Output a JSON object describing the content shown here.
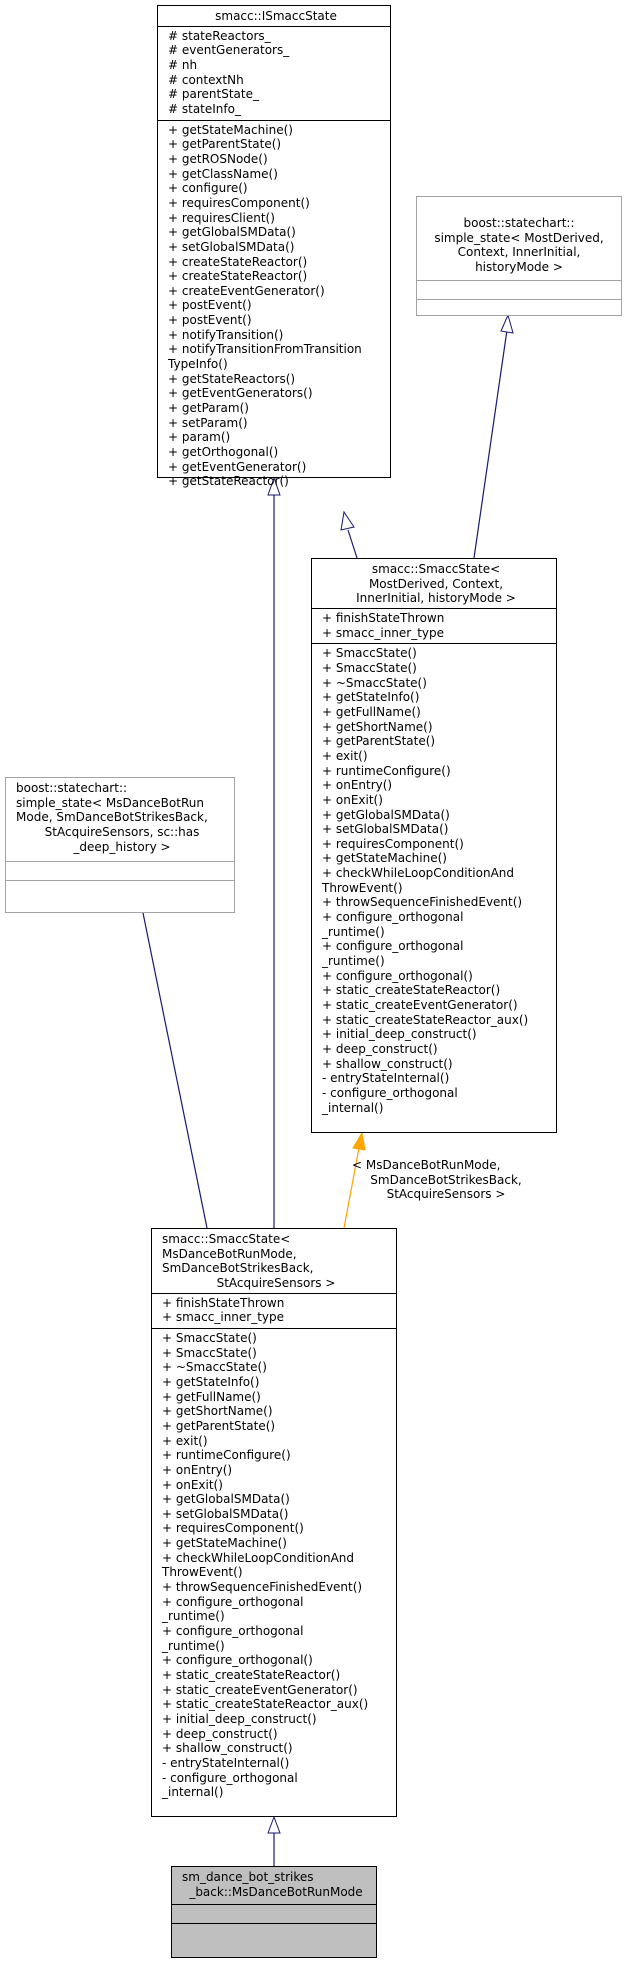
{
  "colors": {
    "inheritance_edge": "#191970",
    "template_edge": "#ffa500",
    "selected_fill": "#bfbfbf",
    "external_border": "#a3a3a3"
  },
  "nodes": {
    "ismaccstate": {
      "title": [
        "smacc::ISmaccState"
      ],
      "attributes": [
        "# stateReactors_",
        "# eventGenerators_",
        "# nh",
        "# contextNh",
        "# parentState_",
        "# stateInfo_"
      ],
      "methods": [
        "+ getStateMachine()",
        "+ getParentState()",
        "+ getROSNode()",
        "+ getClassName()",
        "+ configure()",
        "+ requiresComponent()",
        "+ requiresClient()",
        "+ getGlobalSMData()",
        "+ setGlobalSMData()",
        "+ createStateReactor()",
        "+ createStateReactor()",
        "+ createEventGenerator()",
        "+ postEvent()",
        "+ postEvent()",
        "+ notifyTransition()",
        "+ notifyTransitionFromTransition",
        "TypeInfo()",
        "+ getStateReactors()",
        "+ getEventGenerators()",
        "+ getParam()",
        "+ setParam()",
        "+ param()",
        "+ getOrthogonal()",
        "+ getEventGenerator()",
        "+ getStateReactor()"
      ]
    },
    "simple_state_generic": {
      "title": [
        "boost::statechart::",
        "simple_state< MostDerived,",
        "Context, InnerInitial,",
        "historyMode >"
      ]
    },
    "smaccstate_template": {
      "title": [
        "smacc::SmaccState<",
        "MostDerived, Context,",
        "InnerInitial, historyMode >"
      ],
      "attributes": [
        "+ finishStateThrown",
        "+ smacc_inner_type"
      ],
      "methods": [
        "+ SmaccState()",
        "+ SmaccState()",
        "+ ~SmaccState()",
        "+ getStateInfo()",
        "+ getFullName()",
        "+ getShortName()",
        "+ getParentState()",
        "+ exit()",
        "+ runtimeConfigure()",
        "+ onEntry()",
        "+ onExit()",
        "+ getGlobalSMData()",
        "+ setGlobalSMData()",
        "+ requiresComponent()",
        "+ getStateMachine()",
        "+ checkWhileLoopConditionAnd",
        "ThrowEvent()",
        "+ throwSequenceFinishedEvent()",
        "+ configure_orthogonal",
        "_runtime()",
        "+ configure_orthogonal",
        "_runtime()",
        "+ configure_orthogonal()",
        "+ static_createStateReactor()",
        "+ static_createEventGenerator()",
        "+ static_createStateReactor_aux()",
        "+ initial_deep_construct()",
        "+ deep_construct()",
        "+ shallow_construct()",
        "- entryStateInternal()",
        "- configure_orthogonal",
        "_internal()"
      ]
    },
    "simple_state_specialized": {
      "title": [
        "boost::statechart::",
        "simple_state< MsDanceBotRun",
        "Mode, SmDanceBotStrikesBack,",
        "StAcquireSensors, sc::has",
        "_deep_history >"
      ]
    },
    "smaccstate_specialized": {
      "title": [
        "smacc::SmaccState<",
        "MsDanceBotRunMode,",
        "SmDanceBotStrikesBack,",
        "StAcquireSensors >"
      ],
      "attributes": [
        "+ finishStateThrown",
        "+ smacc_inner_type"
      ],
      "methods": [
        "+ SmaccState()",
        "+ SmaccState()",
        "+ ~SmaccState()",
        "+ getStateInfo()",
        "+ getFullName()",
        "+ getShortName()",
        "+ getParentState()",
        "+ exit()",
        "+ runtimeConfigure()",
        "+ onEntry()",
        "+ onExit()",
        "+ getGlobalSMData()",
        "+ setGlobalSMData()",
        "+ requiresComponent()",
        "+ getStateMachine()",
        "+ checkWhileLoopConditionAnd",
        "ThrowEvent()",
        "+ throwSequenceFinishedEvent()",
        "+ configure_orthogonal",
        "_runtime()",
        "+ configure_orthogonal",
        "_runtime()",
        "+ configure_orthogonal()",
        "+ static_createStateReactor()",
        "+ static_createEventGenerator()",
        "+ static_createStateReactor_aux()",
        "+ initial_deep_construct()",
        "+ deep_construct()",
        "+ shallow_construct()",
        "- entryStateInternal()",
        "- configure_orthogonal",
        "_internal()"
      ]
    },
    "msdancebotrunmode": {
      "title": [
        "sm_dance_bot_strikes",
        "_back::MsDanceBotRunMode"
      ]
    }
  },
  "edge_labels": {
    "template_binding": [
      "< MsDanceBotRunMode,",
      "SmDanceBotStrikesBack,",
      "StAcquireSensors >"
    ]
  }
}
